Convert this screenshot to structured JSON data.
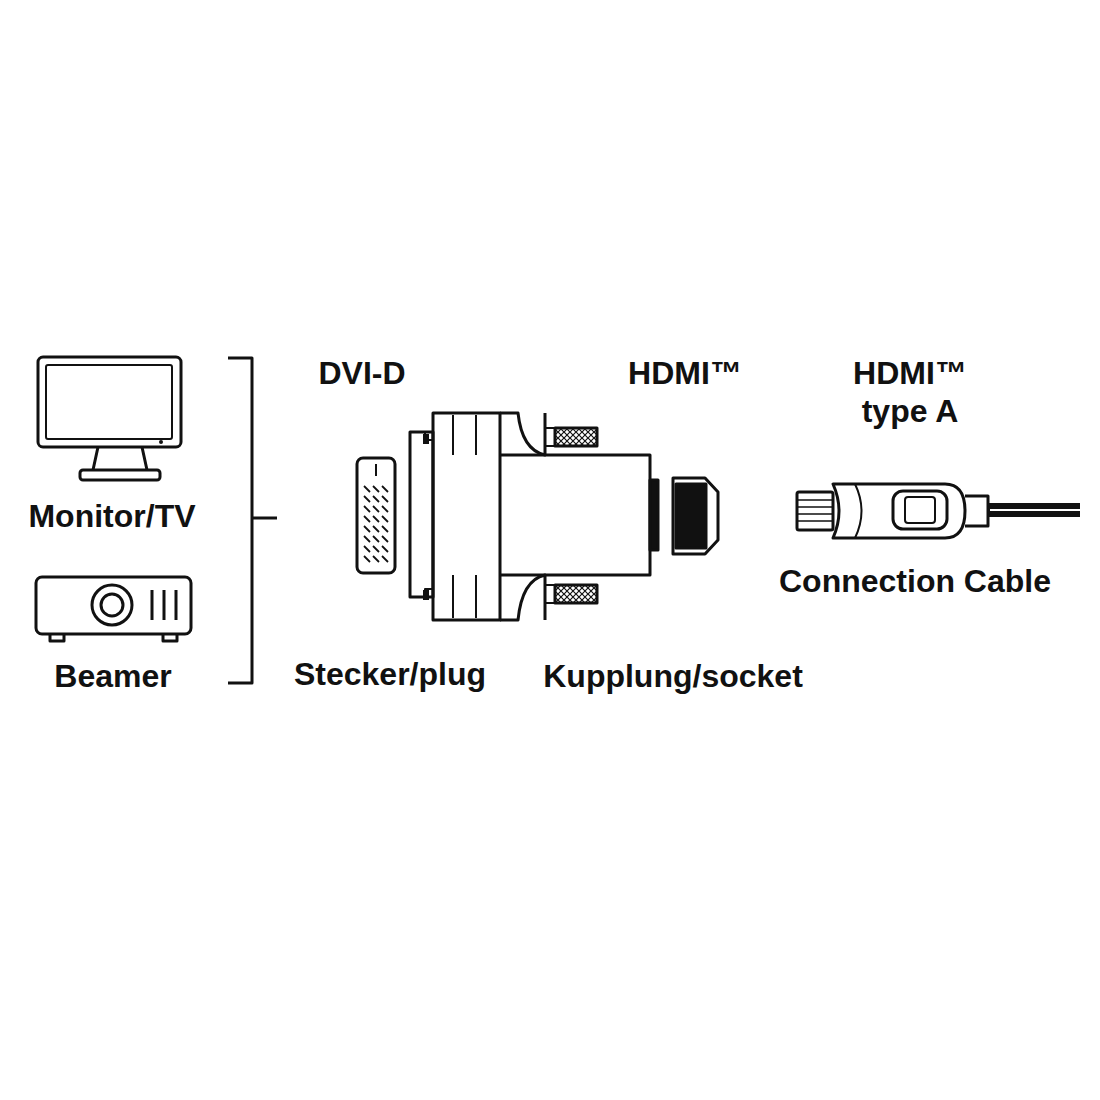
{
  "diagram": {
    "labels": [
      "Monitor/TV",
      "Beamer",
      "DVI-D",
      "HDMI™",
      "HDMI™ type A",
      "Stecker/plug",
      "Kupplung/socket",
      "Connection Cable"
    ]
  }
}
